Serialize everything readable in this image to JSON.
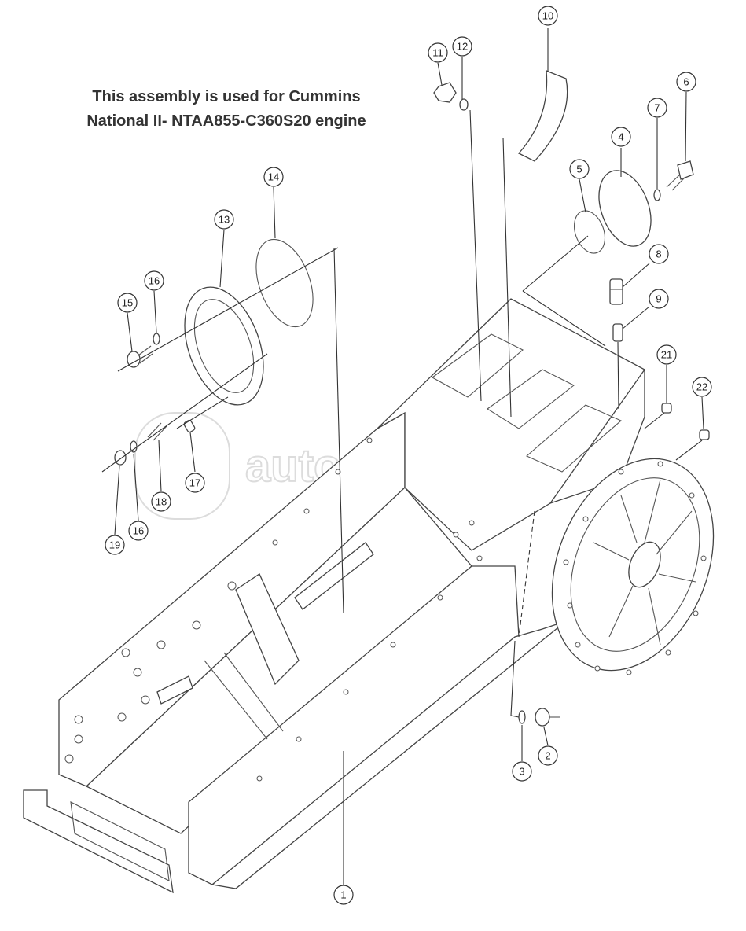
{
  "title": {
    "line1": "This assembly is used for Cummins",
    "line2": "National II- NTAA855-C360S20 engine"
  },
  "watermark": {
    "text": "autopiter.ru",
    "color": "#dcdcdc"
  },
  "callouts": [
    "1",
    "2",
    "3",
    "4",
    "5",
    "6",
    "7",
    "8",
    "9",
    "10",
    "11",
    "12",
    "13",
    "14",
    "15",
    "16",
    "16",
    "17",
    "18",
    "19",
    "21",
    "22"
  ]
}
